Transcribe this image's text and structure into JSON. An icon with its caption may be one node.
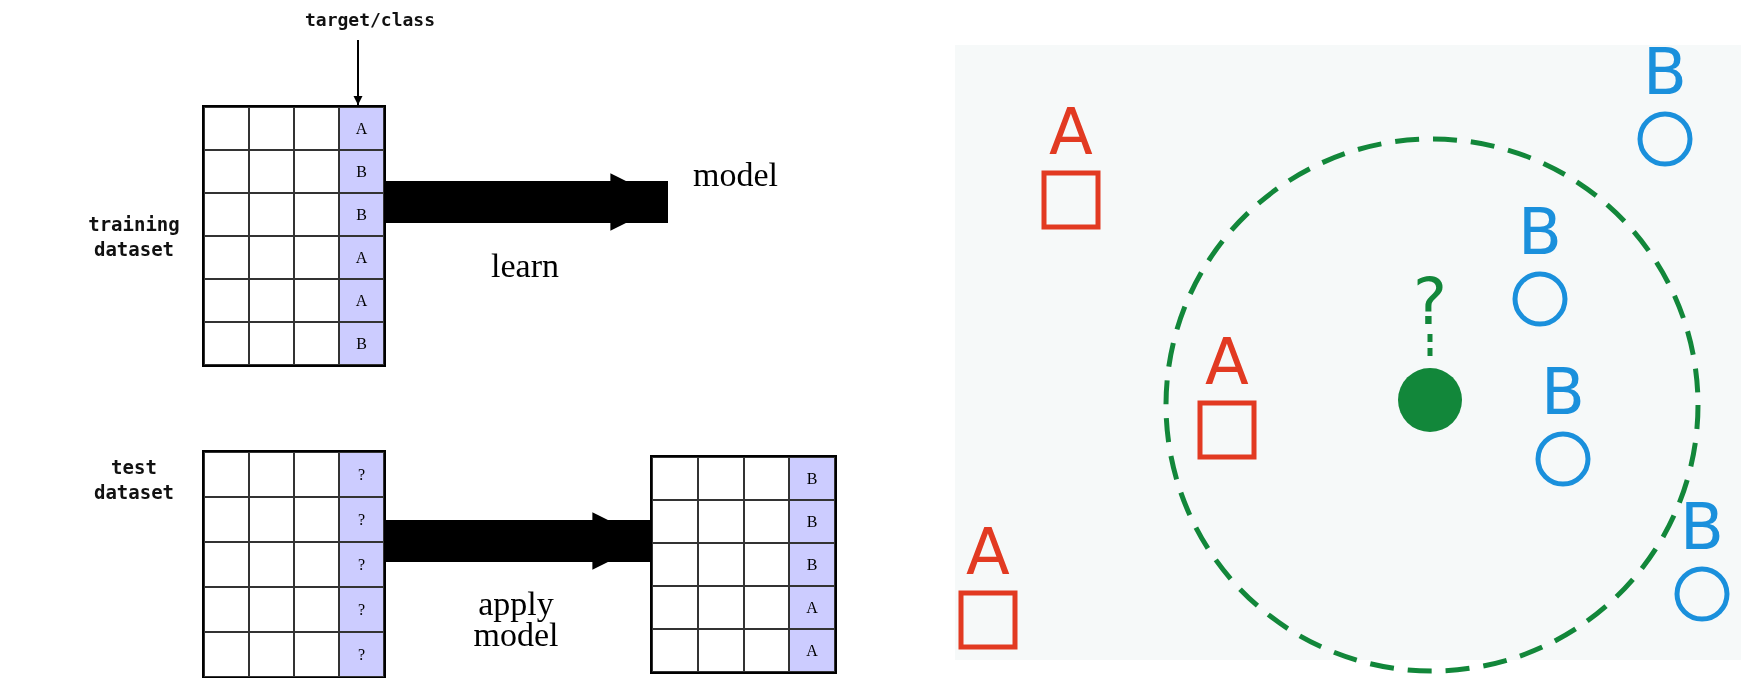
{
  "diagram": {
    "nodes": [
      {
        "text": [
          "target/class"
        ]
      },
      {
        "text": [
          "A",
          "B",
          "B",
          "A",
          "A",
          "B"
        ],
        "beside": [
          "training dataset"
        ]
      },
      {
        "text": [
          "model"
        ]
      },
      {
        "text": [
          "?",
          "?",
          "?",
          "?",
          "?"
        ],
        "beside": [
          "test dataset"
        ]
      },
      {
        "text": [
          "B",
          "B",
          "B",
          "A",
          "A"
        ]
      },
      {
        "text": [
          "A"
        ]
      },
      {
        "text": [
          "B"
        ]
      },
      {
        "text": [
          "B"
        ]
      },
      {
        "text": [
          "?"
        ]
      },
      {
        "text": [
          "A"
        ]
      },
      {
        "text": [
          "B"
        ]
      },
      {
        "text": [
          "A"
        ]
      },
      {
        "text": [
          "B"
        ]
      }
    ],
    "edges": [
      {
        "from": 0,
        "to": 1,
        "arrow": "to"
      },
      {
        "from": 1,
        "to": 2,
        "arrow": "to",
        "label": "learn"
      },
      {
        "from": 3,
        "to": 4,
        "arrow": "to",
        "label": "apply model"
      }
    ]
  }
}
